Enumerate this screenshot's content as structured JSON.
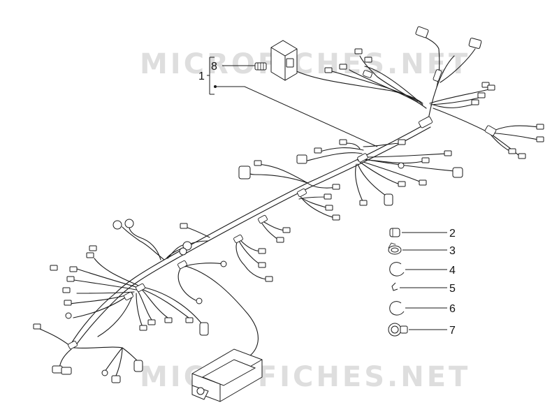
{
  "watermark": {
    "top": "MICROFICHES.NET",
    "bottom": "MICROFICHES.NET"
  },
  "callouts": {
    "c1": "1",
    "c2": "2",
    "c3": "3",
    "c4": "4",
    "c5": "5",
    "c6": "6",
    "c7": "7",
    "c8": "8"
  },
  "icons": {
    "main_harness": "wiring-harness-icon",
    "control_unit": "control-unit-icon",
    "relay": "relay-icon",
    "fuse": "fuse-icon",
    "clip": "clip-icon",
    "cable_tie": "cable-tie-icon",
    "clamp": "clamp-icon",
    "bracket": "bracket-icon",
    "grommet": "grommet-icon",
    "bulb_socket": "bulb-socket-icon"
  },
  "colors": {
    "line": "#1a1a1a",
    "watermark": "#d4d4d4",
    "background": "#ffffff"
  }
}
